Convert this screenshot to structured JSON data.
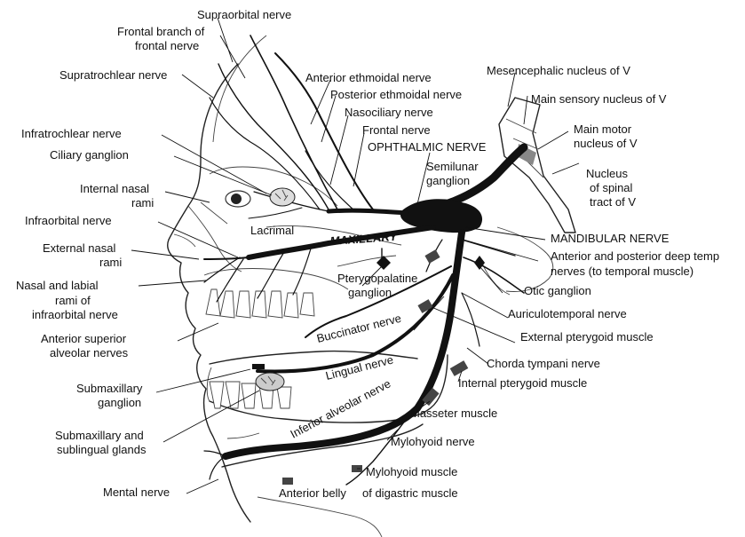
{
  "labels": {
    "supraorbital": "Supraorbital nerve",
    "frontal_branch_1": "Frontal branch of",
    "frontal_branch_2": "frontal nerve",
    "supratrochlear": "Supratrochlear nerve",
    "anterior_ethmoidal": "Anterior ethmoidal nerve",
    "posterior_ethmoidal": "Posterior ethmoidal nerve",
    "nasociliary": "Nasociliary nerve",
    "frontal": "Frontal nerve",
    "infratrochlear": "Infratrochlear nerve",
    "ciliary": "Ciliary ganglion",
    "ophthalmic": "OPHTHALMIC NERVE",
    "semilunar_1": "Semilunar",
    "semilunar_2": "ganglion",
    "internal_nasal_1": "Internal nasal",
    "internal_nasal_2": "rami",
    "infraorbital": "Infraorbital nerve",
    "lacrimal": "Lacrimal",
    "maxillary": "MAXILLARY",
    "external_nasal_1": "External nasal",
    "external_nasal_2": "rami",
    "nasal_labial_1": "Nasal and labial",
    "nasal_labial_2": "rami of",
    "nasal_labial_3": "infraorbital nerve",
    "pterygopalatine_1": "Pterygopalatine",
    "pterygopalatine_2": "ganglion",
    "anterior_superior_1": "Anterior superior",
    "anterior_superior_2": "alveolar nerves",
    "buccinator": "Buccinator nerve",
    "lingual": "Lingual nerve",
    "submaxillary_ganglion_1": "Submaxillary",
    "submaxillary_ganglion_2": "ganglion",
    "inferior_alveolar": "Inferior alveolar nerve",
    "submax_glands_1": "Submaxillary and",
    "submax_glands_2": "sublingual glands",
    "mental": "Mental nerve",
    "anterior_belly": "Anterior belly",
    "of_digastric": "of digastric muscle",
    "mylohyoid_muscle": "Mylohyoid muscle",
    "mylohyoid_nerve": "Mylohyoid nerve",
    "masseter": "Masseter muscle",
    "internal_pterygoid": "Internal pterygoid muscle",
    "chorda_tympani": "Chorda tympani nerve",
    "external_pterygoid": "External pterygoid muscle",
    "auriculotemporal": "Auriculotemporal nerve",
    "otic": "Otic ganglion",
    "deep_temporal_1": "Anterior and posterior deep temp",
    "deep_temporal_2": "nerves (to temporal muscle)",
    "mandibular": "MANDIBULAR NERVE",
    "spinal_1": "Nucleus",
    "spinal_2": "of spinal",
    "spinal_3": "tract of V",
    "main_motor_1": "Main motor",
    "main_motor_2": "nucleus of V",
    "main_sensory": "Main sensory nucleus of V",
    "mesencephalic": "Mesencephalic nucleus of V"
  }
}
